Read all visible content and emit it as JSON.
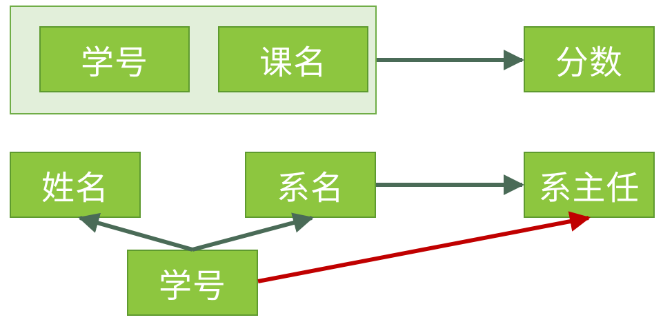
{
  "diagram": {
    "composite_key": {
      "student_id": "学号",
      "course_name": "课名"
    },
    "score": "分数",
    "name": "姓名",
    "dept_name": "系名",
    "dept_head": "系主任",
    "student_id": "学号"
  },
  "colors": {
    "node_fill": "#8dc63f",
    "node_border": "#5e9a2f",
    "group_fill": "#e2efda",
    "group_border": "#70ad47",
    "arrow": "#4a6b57",
    "transitive_arrow": "#c00000",
    "text": "#ffffff"
  }
}
